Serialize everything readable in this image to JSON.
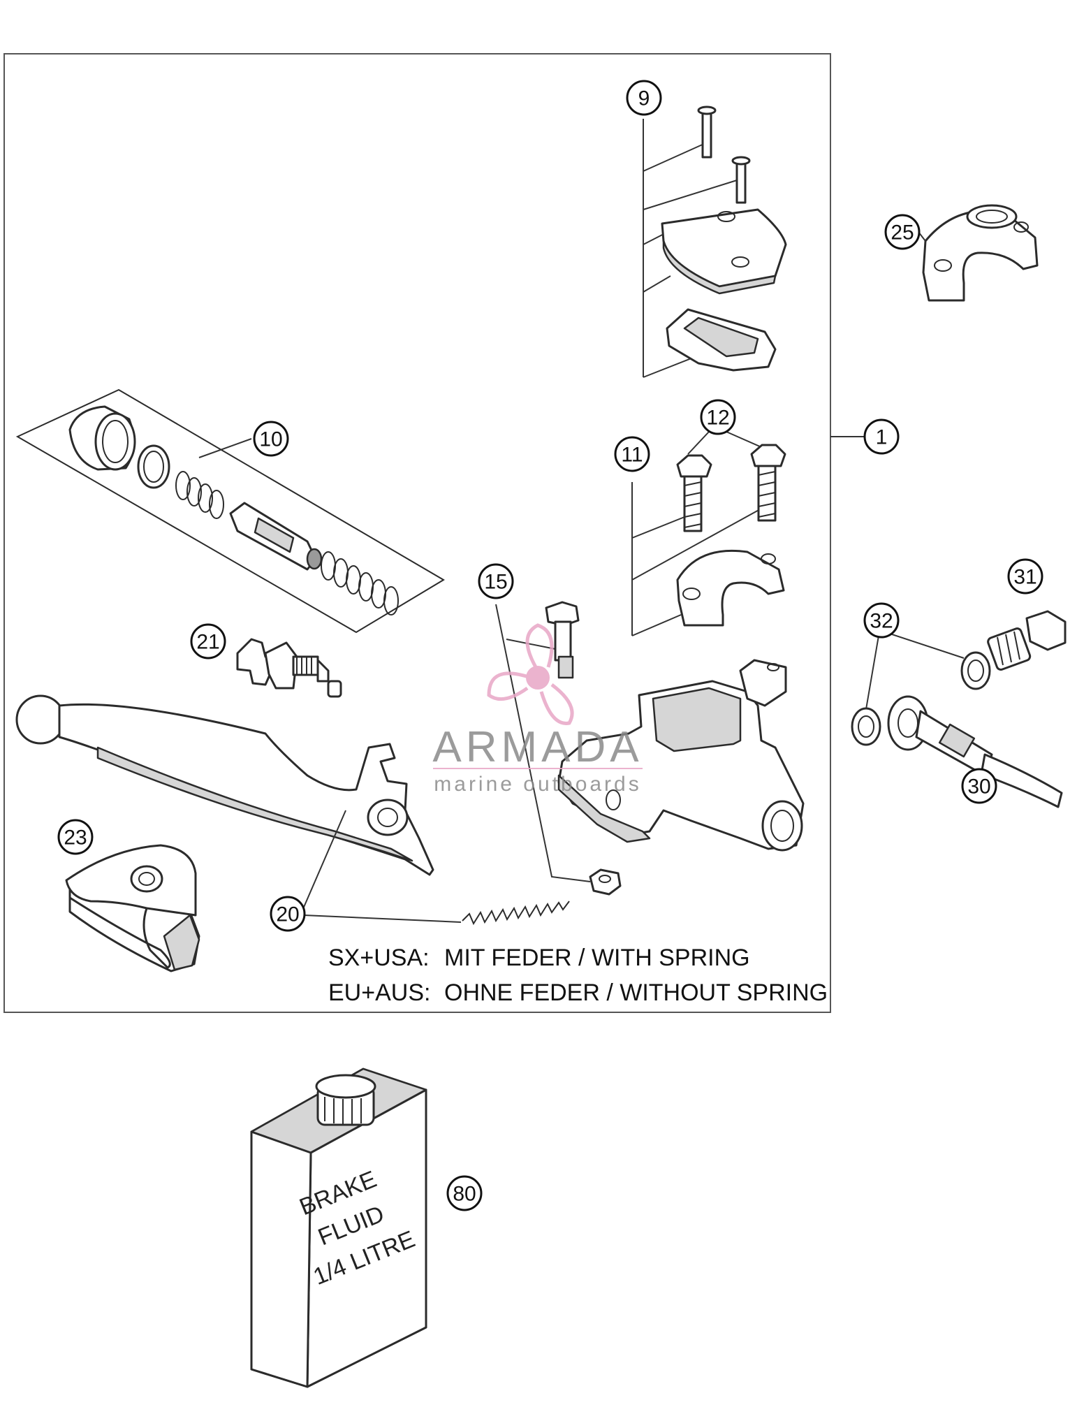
{
  "callouts": {
    "c1": "1",
    "c9": "9",
    "c10": "10",
    "c11": "11",
    "c12": "12",
    "c15": "15",
    "c20": "20",
    "c21": "21",
    "c23": "23",
    "c25": "25",
    "c30": "30",
    "c31": "31",
    "c32": "32",
    "c80": "80"
  },
  "notes": {
    "line1_prefix": "SX+USA:",
    "line1_text": "MIT FEDER / WITH SPRING",
    "line2_prefix": "EU+AUS:",
    "line2_text": "OHNE FEDER / WITHOUT SPRING"
  },
  "bottle_label": {
    "line1": "BRAKE",
    "line2": "FLUID",
    "line3": "1/4 LITRE"
  },
  "watermark": {
    "brand": "ARMADA",
    "tagline": "marine outboards",
    "accent_color": "#e8a6c6"
  }
}
